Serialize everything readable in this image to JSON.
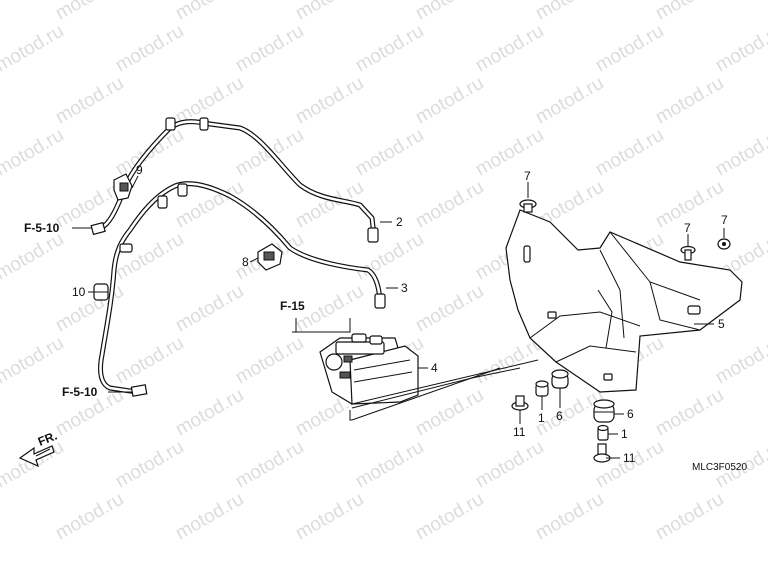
{
  "watermark": {
    "text": "motod.ru"
  },
  "callouts": {
    "c1a": "1",
    "c1b": "1",
    "c2": "2",
    "c3": "3",
    "c4": "4",
    "c5": "5",
    "c6a": "6",
    "c6b": "6",
    "c7a": "7",
    "c7b": "7",
    "c7c": "7",
    "c8": "8",
    "c9": "9",
    "c10": "10",
    "c11a": "11",
    "c11b": "11"
  },
  "references": {
    "f510_top": "F-5-10",
    "f510_bottom": "F-5-10",
    "f15": "F-15",
    "front": "FR."
  },
  "diagram_code": "MLC3F0520"
}
